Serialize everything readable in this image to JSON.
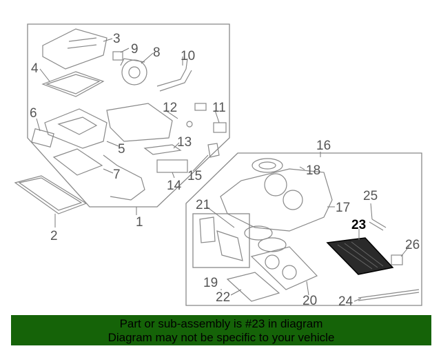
{
  "diagram": {
    "callouts": [
      "1",
      "2",
      "3",
      "4",
      "5",
      "6",
      "7",
      "8",
      "9",
      "10",
      "11",
      "12",
      "13",
      "14",
      "15",
      "16",
      "17",
      "18",
      "19",
      "20",
      "21",
      "22",
      "23",
      "24",
      "25",
      "26"
    ],
    "highlighted_part": "23"
  },
  "banner": {
    "line1": "Part or sub-assembly is #23 in diagram",
    "line2": "Diagram may not be specific to your vehicle",
    "background": "#156308"
  }
}
